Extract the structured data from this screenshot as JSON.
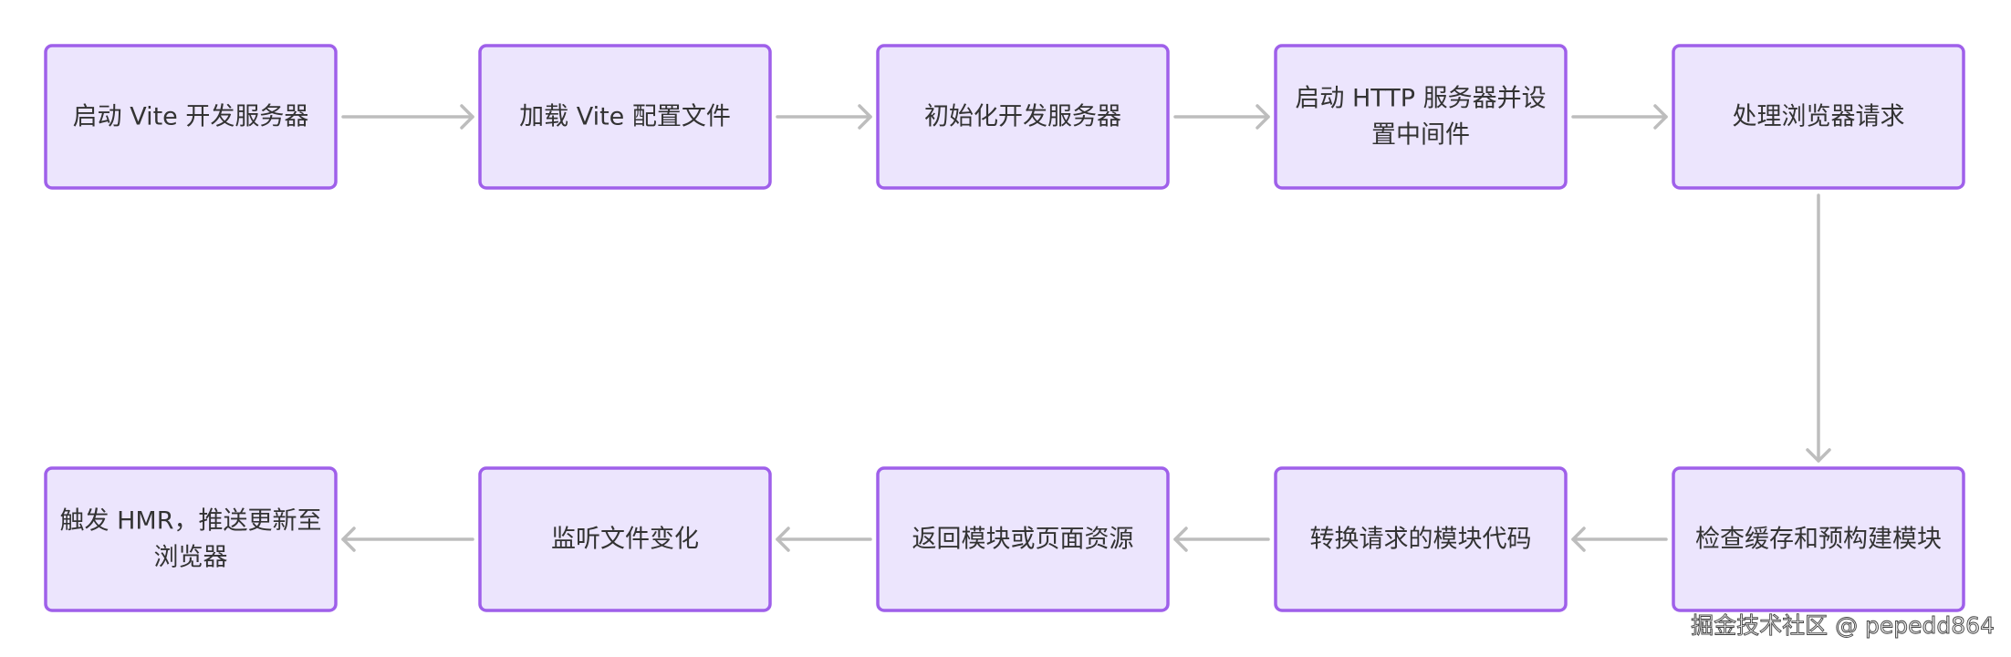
{
  "nodes": [
    {
      "id": "start-vite",
      "lines": [
        "启动 Vite 开发服务器"
      ]
    },
    {
      "id": "load-config",
      "lines": [
        "加载 Vite 配置文件"
      ]
    },
    {
      "id": "init-server",
      "lines": [
        "初始化开发服务器"
      ]
    },
    {
      "id": "start-http",
      "lines": [
        "启动 HTTP 服务器并设",
        "置中间件"
      ]
    },
    {
      "id": "handle-request",
      "lines": [
        "处理浏览器请求"
      ]
    },
    {
      "id": "check-cache",
      "lines": [
        "检查缓存和预构建模块"
      ]
    },
    {
      "id": "transform-code",
      "lines": [
        "转换请求的模块代码"
      ]
    },
    {
      "id": "return-resource",
      "lines": [
        "返回模块或页面资源"
      ]
    },
    {
      "id": "watch-files",
      "lines": [
        "监听文件变化"
      ]
    },
    {
      "id": "trigger-hmr",
      "lines": [
        "触发 HMR，推送更新至",
        "浏览器"
      ]
    }
  ],
  "edges": [
    {
      "from": "start-vite",
      "to": "load-config"
    },
    {
      "from": "load-config",
      "to": "init-server"
    },
    {
      "from": "init-server",
      "to": "start-http"
    },
    {
      "from": "start-http",
      "to": "handle-request"
    },
    {
      "from": "handle-request",
      "to": "check-cache"
    },
    {
      "from": "check-cache",
      "to": "transform-code"
    },
    {
      "from": "transform-code",
      "to": "return-resource"
    },
    {
      "from": "return-resource",
      "to": "watch-files"
    },
    {
      "from": "watch-files",
      "to": "trigger-hmr"
    }
  ],
  "watermark": "掘金技术社区 @ pepedd864",
  "colors": {
    "node_fill": "#ECE5FD",
    "node_stroke": "#9F60EA",
    "edge": "#BDBDBD",
    "text": "#333333"
  }
}
